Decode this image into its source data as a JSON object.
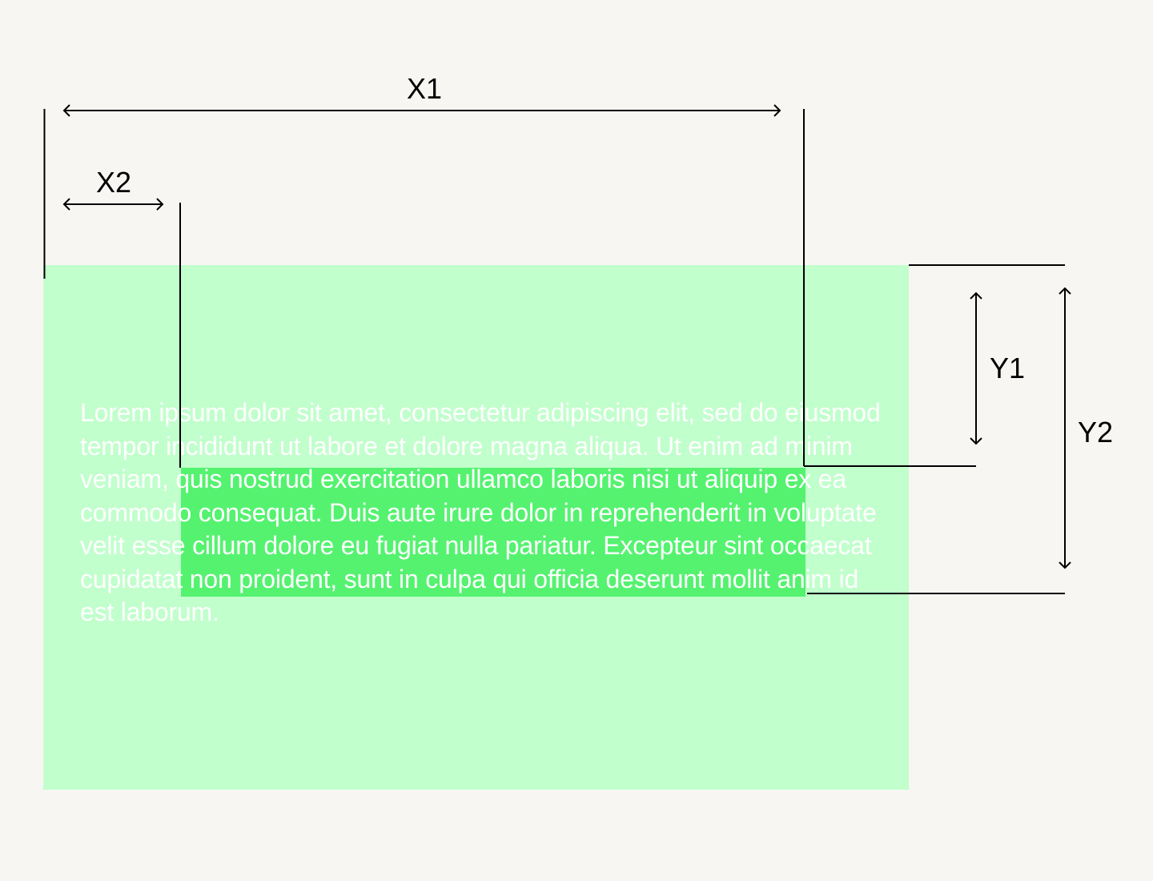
{
  "colors": {
    "background": "#f7f6f3",
    "panel": "#c1ffcc",
    "highlight": "#55f270",
    "text": "#ffffff",
    "lines": "#000000"
  },
  "paragraph": "Lorem ipsum dolor sit amet, consectetur adipiscing elit, sed do eiusmod tempor incididunt ut labore et dolore magna aliqua. Ut enim ad minim veniam, quis nostrud exercitation ullamco laboris nisi ut aliquip ex ea commodo consequat. Duis aute irure dolor in reprehenderit in voluptate velit esse cillum dolore eu fugiat nulla pariatur. Excepteur sint occaecat cupidatat non proident, sunt in culpa qui officia deserunt mollit anim id est laborum.",
  "dimensions": {
    "x1": "X1",
    "x2": "X2",
    "y1": "Y1",
    "y2": "Y2"
  }
}
